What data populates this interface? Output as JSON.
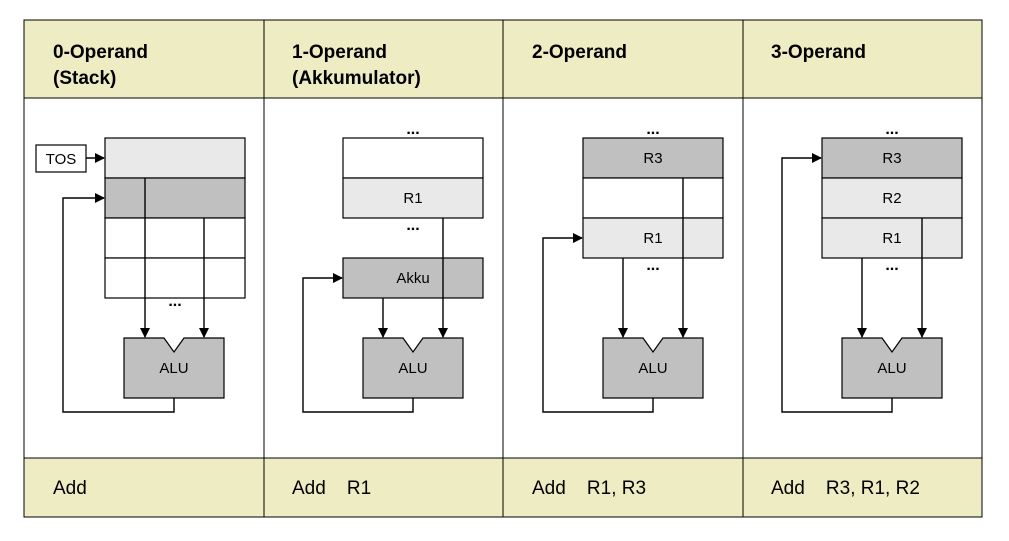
{
  "columns": [
    {
      "title_line1": "0-Operand",
      "title_line2": "(Stack)",
      "instruction": "Add"
    },
    {
      "title_line1": "1-Operand",
      "title_line2": "(Akkumulator)",
      "instruction": "Add    R1"
    },
    {
      "title_line1": "2-Operand",
      "title_line2": "",
      "instruction": "Add    R1, R3"
    },
    {
      "title_line1": "3-Operand",
      "title_line2": "",
      "instruction": "Add    R3, R1, R2"
    }
  ],
  "labels": {
    "tos": "TOS",
    "alu": "ALU",
    "akku": "Akku",
    "r1": "R1",
    "r2": "R2",
    "r3": "R3",
    "ellipsis": "..."
  },
  "colors": {
    "header_bg": "#EEECC3",
    "dark_cell": "#C0C0C0",
    "light_cell": "#E9E9E9",
    "white_cell": "#FFFFFF"
  }
}
